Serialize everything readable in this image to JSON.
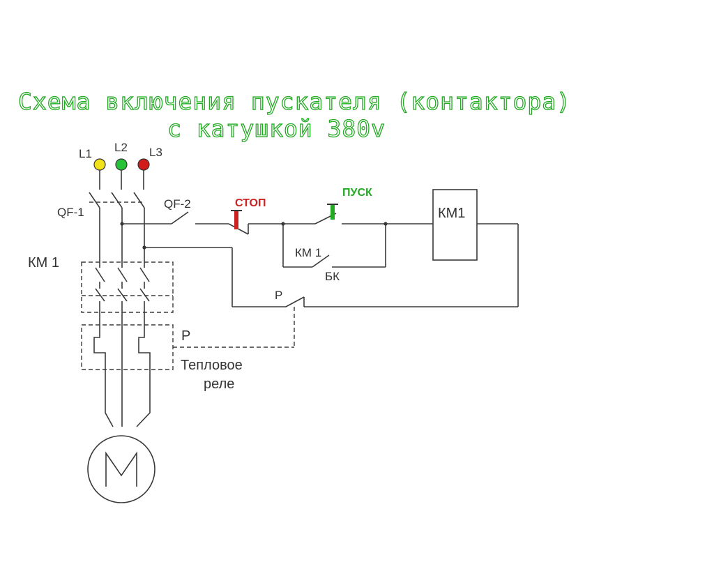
{
  "title_line1": "Схема включения пускателя (контактора)",
  "title_line2": "с катушкой 380v",
  "title_color": "#22aa22",
  "phases": [
    {
      "label": "L1",
      "color": "#f2e21a"
    },
    {
      "label": "L2",
      "color": "#27c23a"
    },
    {
      "label": "L3",
      "color": "#d11a1a"
    }
  ],
  "breaker_main": "QF-1",
  "breaker_control": "QF-2",
  "stop_label": "СТОП",
  "stop_color": "#cc2222",
  "start_label": "ПУСК",
  "start_color": "#22aa22",
  "contactor_label": "КМ 1",
  "coil_label": "КМ1",
  "aux_contact_label": "КМ 1",
  "aux_contact_sublabel": "БК",
  "relay_contact_label": "Р",
  "thermal_relay_label": "Р",
  "thermal_relay_text_1": "Тепловое",
  "thermal_relay_text_2": "реле",
  "motor_label": "М"
}
